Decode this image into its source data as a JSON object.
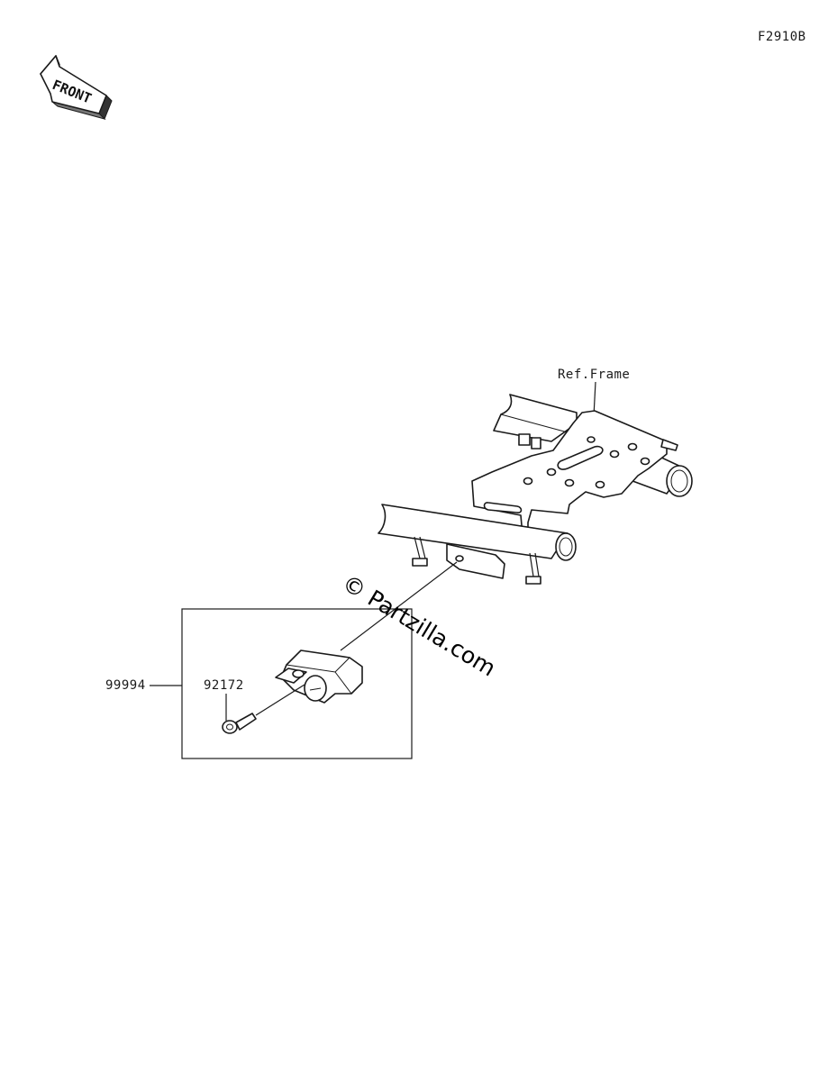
{
  "diagram_code": "F2910B",
  "front_label": "FRONT",
  "ref_frame_label": "Ref.Frame",
  "assembly_part_number": "99994",
  "bolt_part_number": "92172",
  "watermark": "© Partzilla.com"
}
